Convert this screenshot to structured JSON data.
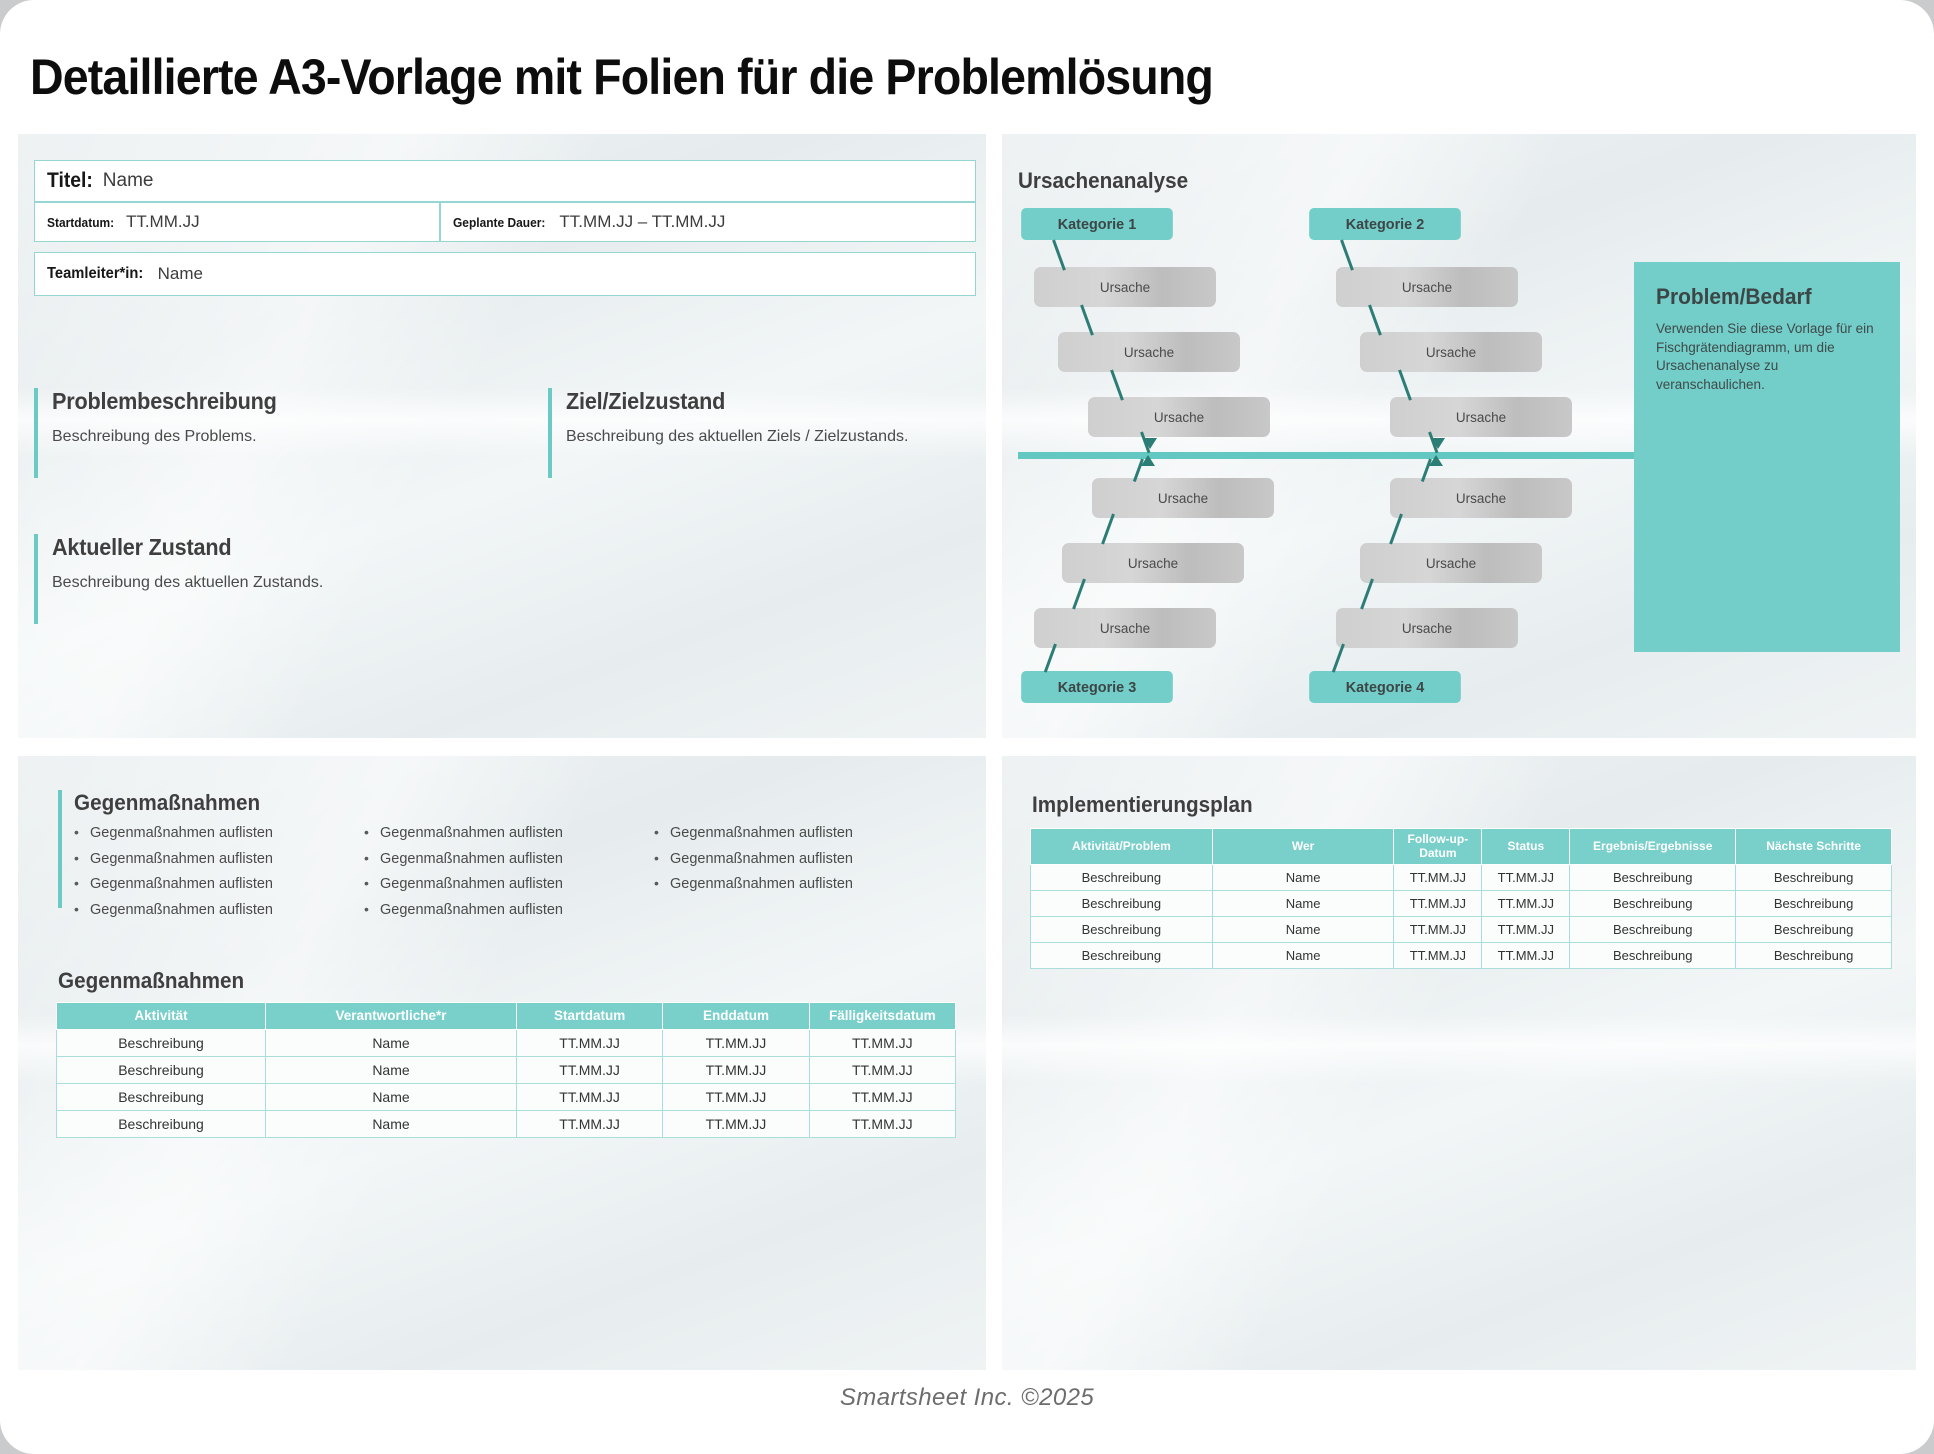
{
  "page": {
    "title": "Detaillierte A3-Vorlage mit Folien für die Problemlösung",
    "footer": "Smartsheet Inc. ©2025",
    "accent_teal": "#73CDC8",
    "accent_teal_dark": "#2D7D77",
    "panel_bg": "#EDF2F3"
  },
  "header_form": {
    "titel_label": "Titel:",
    "titel_value": "Name",
    "startdatum_label": "Startdatum:",
    "startdatum_value": "TT.MM.JJ",
    "dauer_label": "Geplante Dauer:",
    "dauer_value": "TT.MM.JJ – TT.MM.JJ",
    "teamleiter_label": "Teamleiter*in:",
    "teamleiter_value": "Name"
  },
  "sections": [
    {
      "heading": "Problembeschreibung",
      "body": "Beschreibung des Problems."
    },
    {
      "heading": "Ziel/Zielzustand",
      "body": "Beschreibung des aktuellen Ziels / Zielzustands."
    },
    {
      "heading": "Aktueller Zustand",
      "body": "Beschreibung des aktuellen Zustands."
    }
  ],
  "fishbone": {
    "title": "Ursachenanalyse",
    "categories": [
      "Kategorie 1",
      "Kategorie 2",
      "Kategorie 3",
      "Kategorie 4"
    ],
    "cause_label": "Ursache",
    "causes_per_category": 3,
    "problem_panel": {
      "heading": "Problem/Bedarf",
      "body": "Verwenden Sie diese Vorlage für ein Fischgrätendiagramm, um die Ursachenanalyse zu veranschaulichen."
    }
  },
  "countermeasures": {
    "heading": "Gegenmaßnahmen",
    "columns": [
      [
        "Gegenmaßnahmen auflisten",
        "Gegenmaßnahmen auflisten",
        "Gegenmaßnahmen auflisten",
        "Gegenmaßnahmen auflisten"
      ],
      [
        "Gegenmaßnahmen auflisten",
        "Gegenmaßnahmen auflisten",
        "Gegenmaßnahmen auflisten",
        "Gegenmaßnahmen auflisten"
      ],
      [
        "Gegenmaßnahmen auflisten",
        "Gegenmaßnahmen auflisten",
        "Gegenmaßnahmen auflisten"
      ]
    ]
  },
  "countermeasures_table": {
    "title": "Gegenmaßnahmen",
    "headers": [
      "Aktivität",
      "Verantwortliche*r",
      "Startdatum",
      "Enddatum",
      "Fälligkeitsdatum"
    ],
    "rows": [
      [
        "Beschreibung",
        "Name",
        "TT.MM.JJ",
        "TT.MM.JJ",
        "TT.MM.JJ"
      ],
      [
        "Beschreibung",
        "Name",
        "TT.MM.JJ",
        "TT.MM.JJ",
        "TT.MM.JJ"
      ],
      [
        "Beschreibung",
        "Name",
        "TT.MM.JJ",
        "TT.MM.JJ",
        "TT.MM.JJ"
      ],
      [
        "Beschreibung",
        "Name",
        "TT.MM.JJ",
        "TT.MM.JJ",
        "TT.MM.JJ"
      ]
    ]
  },
  "implementation_table": {
    "title": "Implementierungsplan",
    "headers": [
      "Aktivität/Problem",
      "Wer",
      "Follow-up-Datum",
      "Status",
      "Ergebnis/Ergebnisse",
      "Nächste Schritte"
    ],
    "rows": [
      [
        "Beschreibung",
        "Name",
        "TT.MM.JJ",
        "TT.MM.JJ",
        "Beschreibung",
        "Beschreibung"
      ],
      [
        "Beschreibung",
        "Name",
        "TT.MM.JJ",
        "TT.MM.JJ",
        "Beschreibung",
        "Beschreibung"
      ],
      [
        "Beschreibung",
        "Name",
        "TT.MM.JJ",
        "TT.MM.JJ",
        "Beschreibung",
        "Beschreibung"
      ],
      [
        "Beschreibung",
        "Name",
        "TT.MM.JJ",
        "TT.MM.JJ",
        "Beschreibung",
        "Beschreibung"
      ]
    ]
  }
}
